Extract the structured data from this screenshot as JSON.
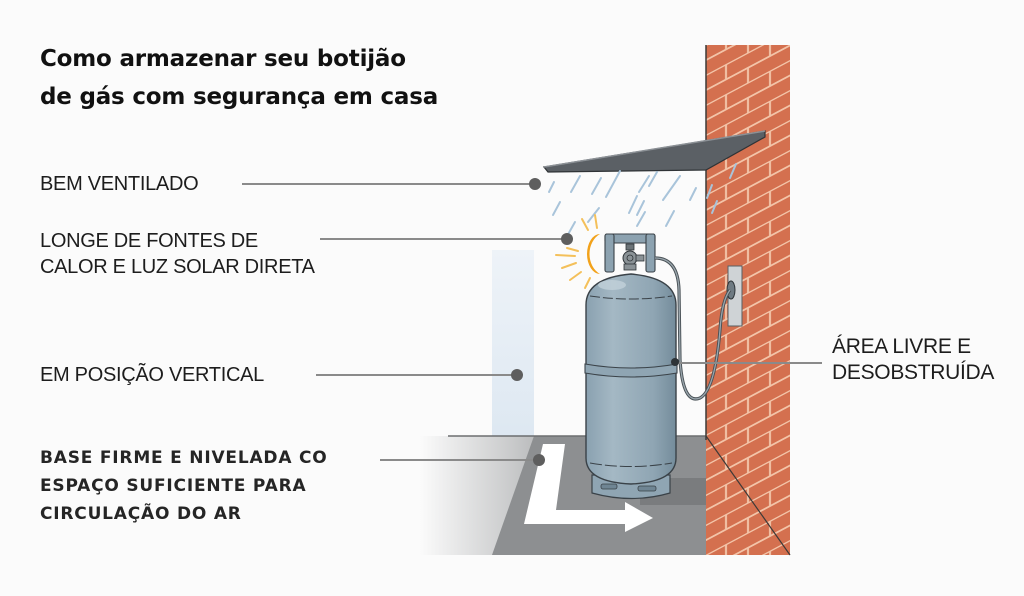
{
  "title": {
    "line1": "Como armazenar seu botijão",
    "line2": "de gás com segurança em casa"
  },
  "callouts": [
    {
      "id": "ventilation",
      "lines": [
        "BEM VENTILADO"
      ]
    },
    {
      "id": "heat",
      "lines": [
        "LONGE DE FONTES DE",
        "CALOR E LUZ SOLAR DIRETA"
      ]
    },
    {
      "id": "vertical",
      "lines": [
        "EM POSIÇÃO VERTICAL"
      ]
    },
    {
      "id": "base",
      "lines": [
        "BASE FIRME E NIVELADA CO",
        "ESPAÇO SUFICIENTE PARA",
        "CIRCULAÇÃO DO AR"
      ]
    },
    {
      "id": "clear-area",
      "lines": [
        "ÁREA LIVRE E",
        "DESOBSTRUÍDA"
      ]
    }
  ],
  "illustration": {
    "elements": [
      "roof-canopy",
      "rain-drops",
      "sun-icon",
      "gas-cylinder",
      "gas-hose",
      "wall-valve",
      "brick-wall",
      "glass-panel",
      "floor",
      "direction-arrow"
    ],
    "colors": {
      "brick": "#d4704f",
      "mortar": "#f3c4a8",
      "cylinder": "#93a9b7",
      "cylinder_shade": "#7c94a3",
      "roof": "#5b6065",
      "floor": "#8d8f91",
      "sun": "#f2a21b",
      "rain": "#a9c4da",
      "panel": "#dbe7f1",
      "leader": "#8a8a8a",
      "dot": "#5e5e5e"
    }
  }
}
